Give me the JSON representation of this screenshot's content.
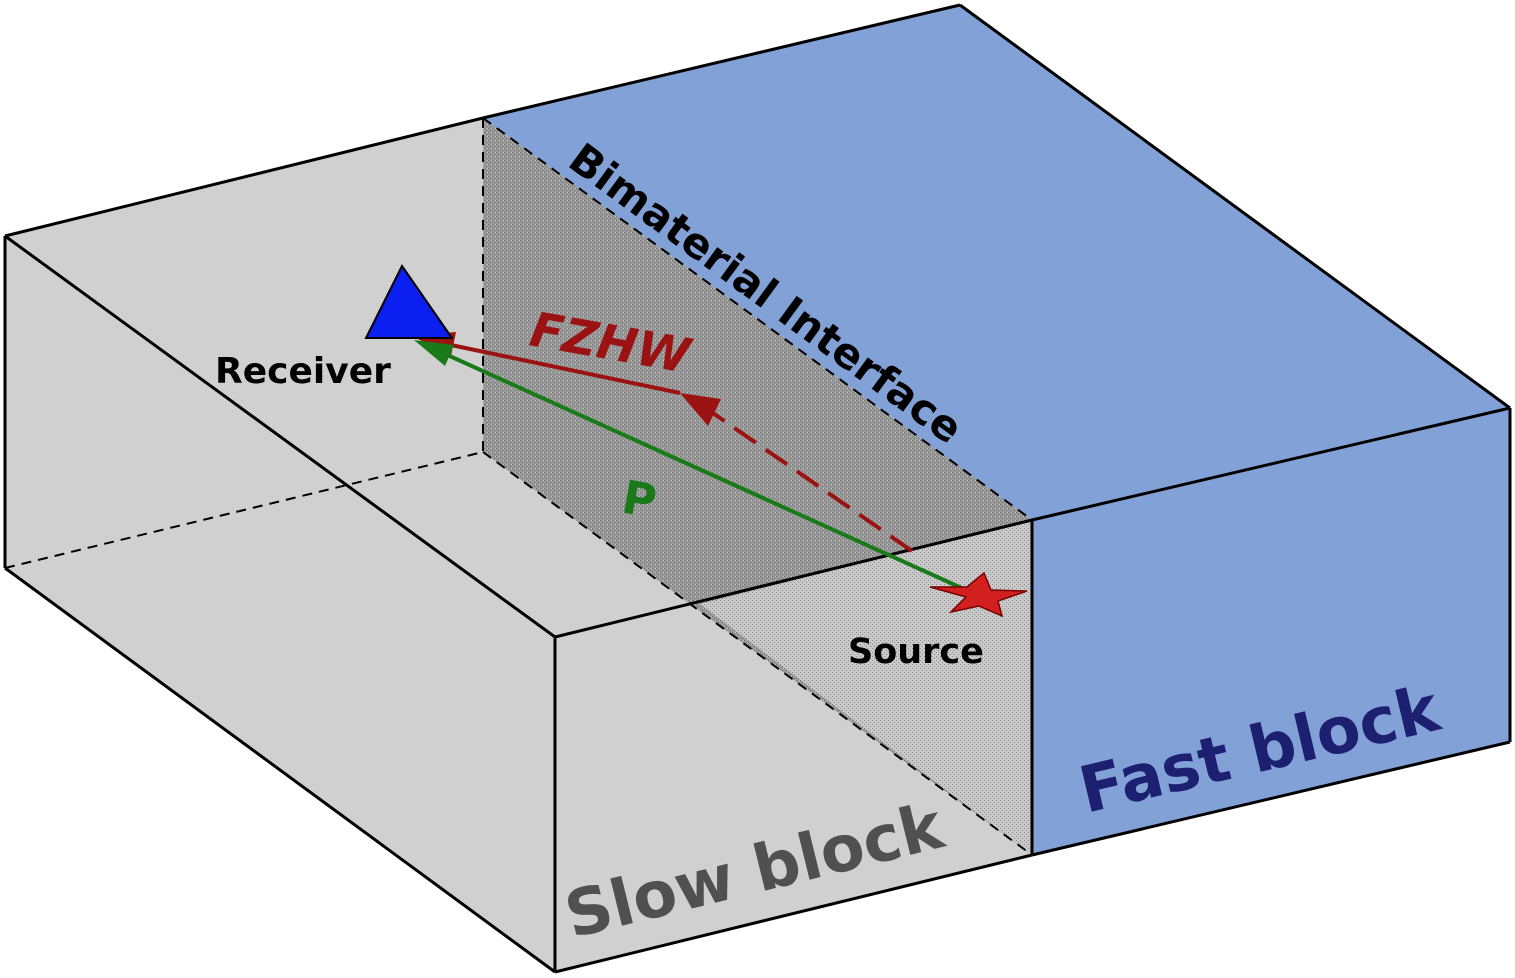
{
  "labels": {
    "interface": "Bimaterial Interface",
    "fzhw": "FZHW",
    "p_wave": "P",
    "receiver": "Receiver",
    "source": "Source",
    "slow_block": "Slow block",
    "fast_block": "Fast block"
  },
  "icons": {
    "receiver": "triangle-icon",
    "source": "star-icon"
  },
  "colors": {
    "slow_block": "#d0d0d0",
    "fast_block": "#82a1d7",
    "interface": "#a6a6a6",
    "fzhw": "#9b1212",
    "p_wave": "#1a7a1a",
    "receiver": "#0a1ff0",
    "source": "#d21f1f",
    "slow_text": "#505050",
    "fast_text": "#1d1f70"
  }
}
